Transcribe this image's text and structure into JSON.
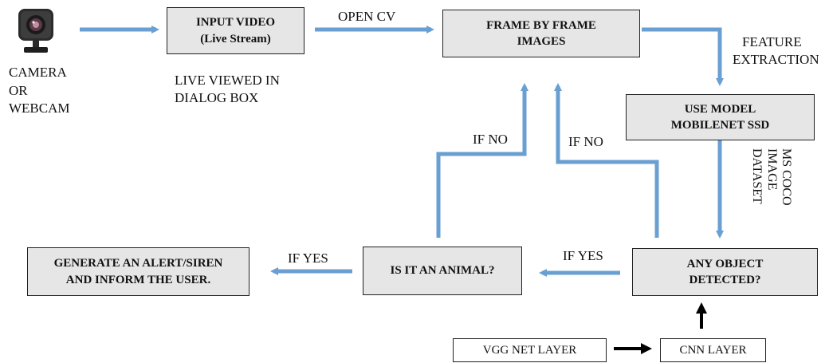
{
  "nodes": {
    "camera_label": [
      "CAMERA",
      "OR",
      "WEBCAM"
    ],
    "input_video": {
      "line1": "INPUT VIDEO",
      "line2": "(Live Stream)"
    },
    "live_viewed": [
      "LIVE VIEWED IN",
      "DIALOG BOX"
    ],
    "frame_images": {
      "line1": "FRAME BY FRAME",
      "line2": "IMAGES"
    },
    "use_model": {
      "line1": "USE MODEL",
      "line2": "MOBILENET SSD"
    },
    "any_object": {
      "line1": "ANY OBJECT",
      "line2": "DETECTED?"
    },
    "is_animal": {
      "line1": "IS IT AN ANIMAL?"
    },
    "alert": {
      "line1": "GENERATE AN ALERT/SIREN",
      "line2": "AND INFORM THE USER."
    },
    "vgg": "VGG NET LAYER",
    "cnn": "CNN LAYER"
  },
  "edge_labels": {
    "open_cv": "OPEN CV",
    "feature_extraction": [
      "FEATURE",
      "EXTRACTION"
    ],
    "ms_coco": [
      "MS COCO",
      "IMAGE",
      "DATASET"
    ],
    "if_no_left": "IF NO",
    "if_no_right": "IF NO",
    "if_yes_left": "IF YES",
    "if_yes_right": "IF YES"
  },
  "icons": {
    "camera": "webcam-icon"
  },
  "colors": {
    "arrow": "#6a9fd2",
    "box_fill": "#e6e6e6",
    "black_arrow": "#000000"
  }
}
